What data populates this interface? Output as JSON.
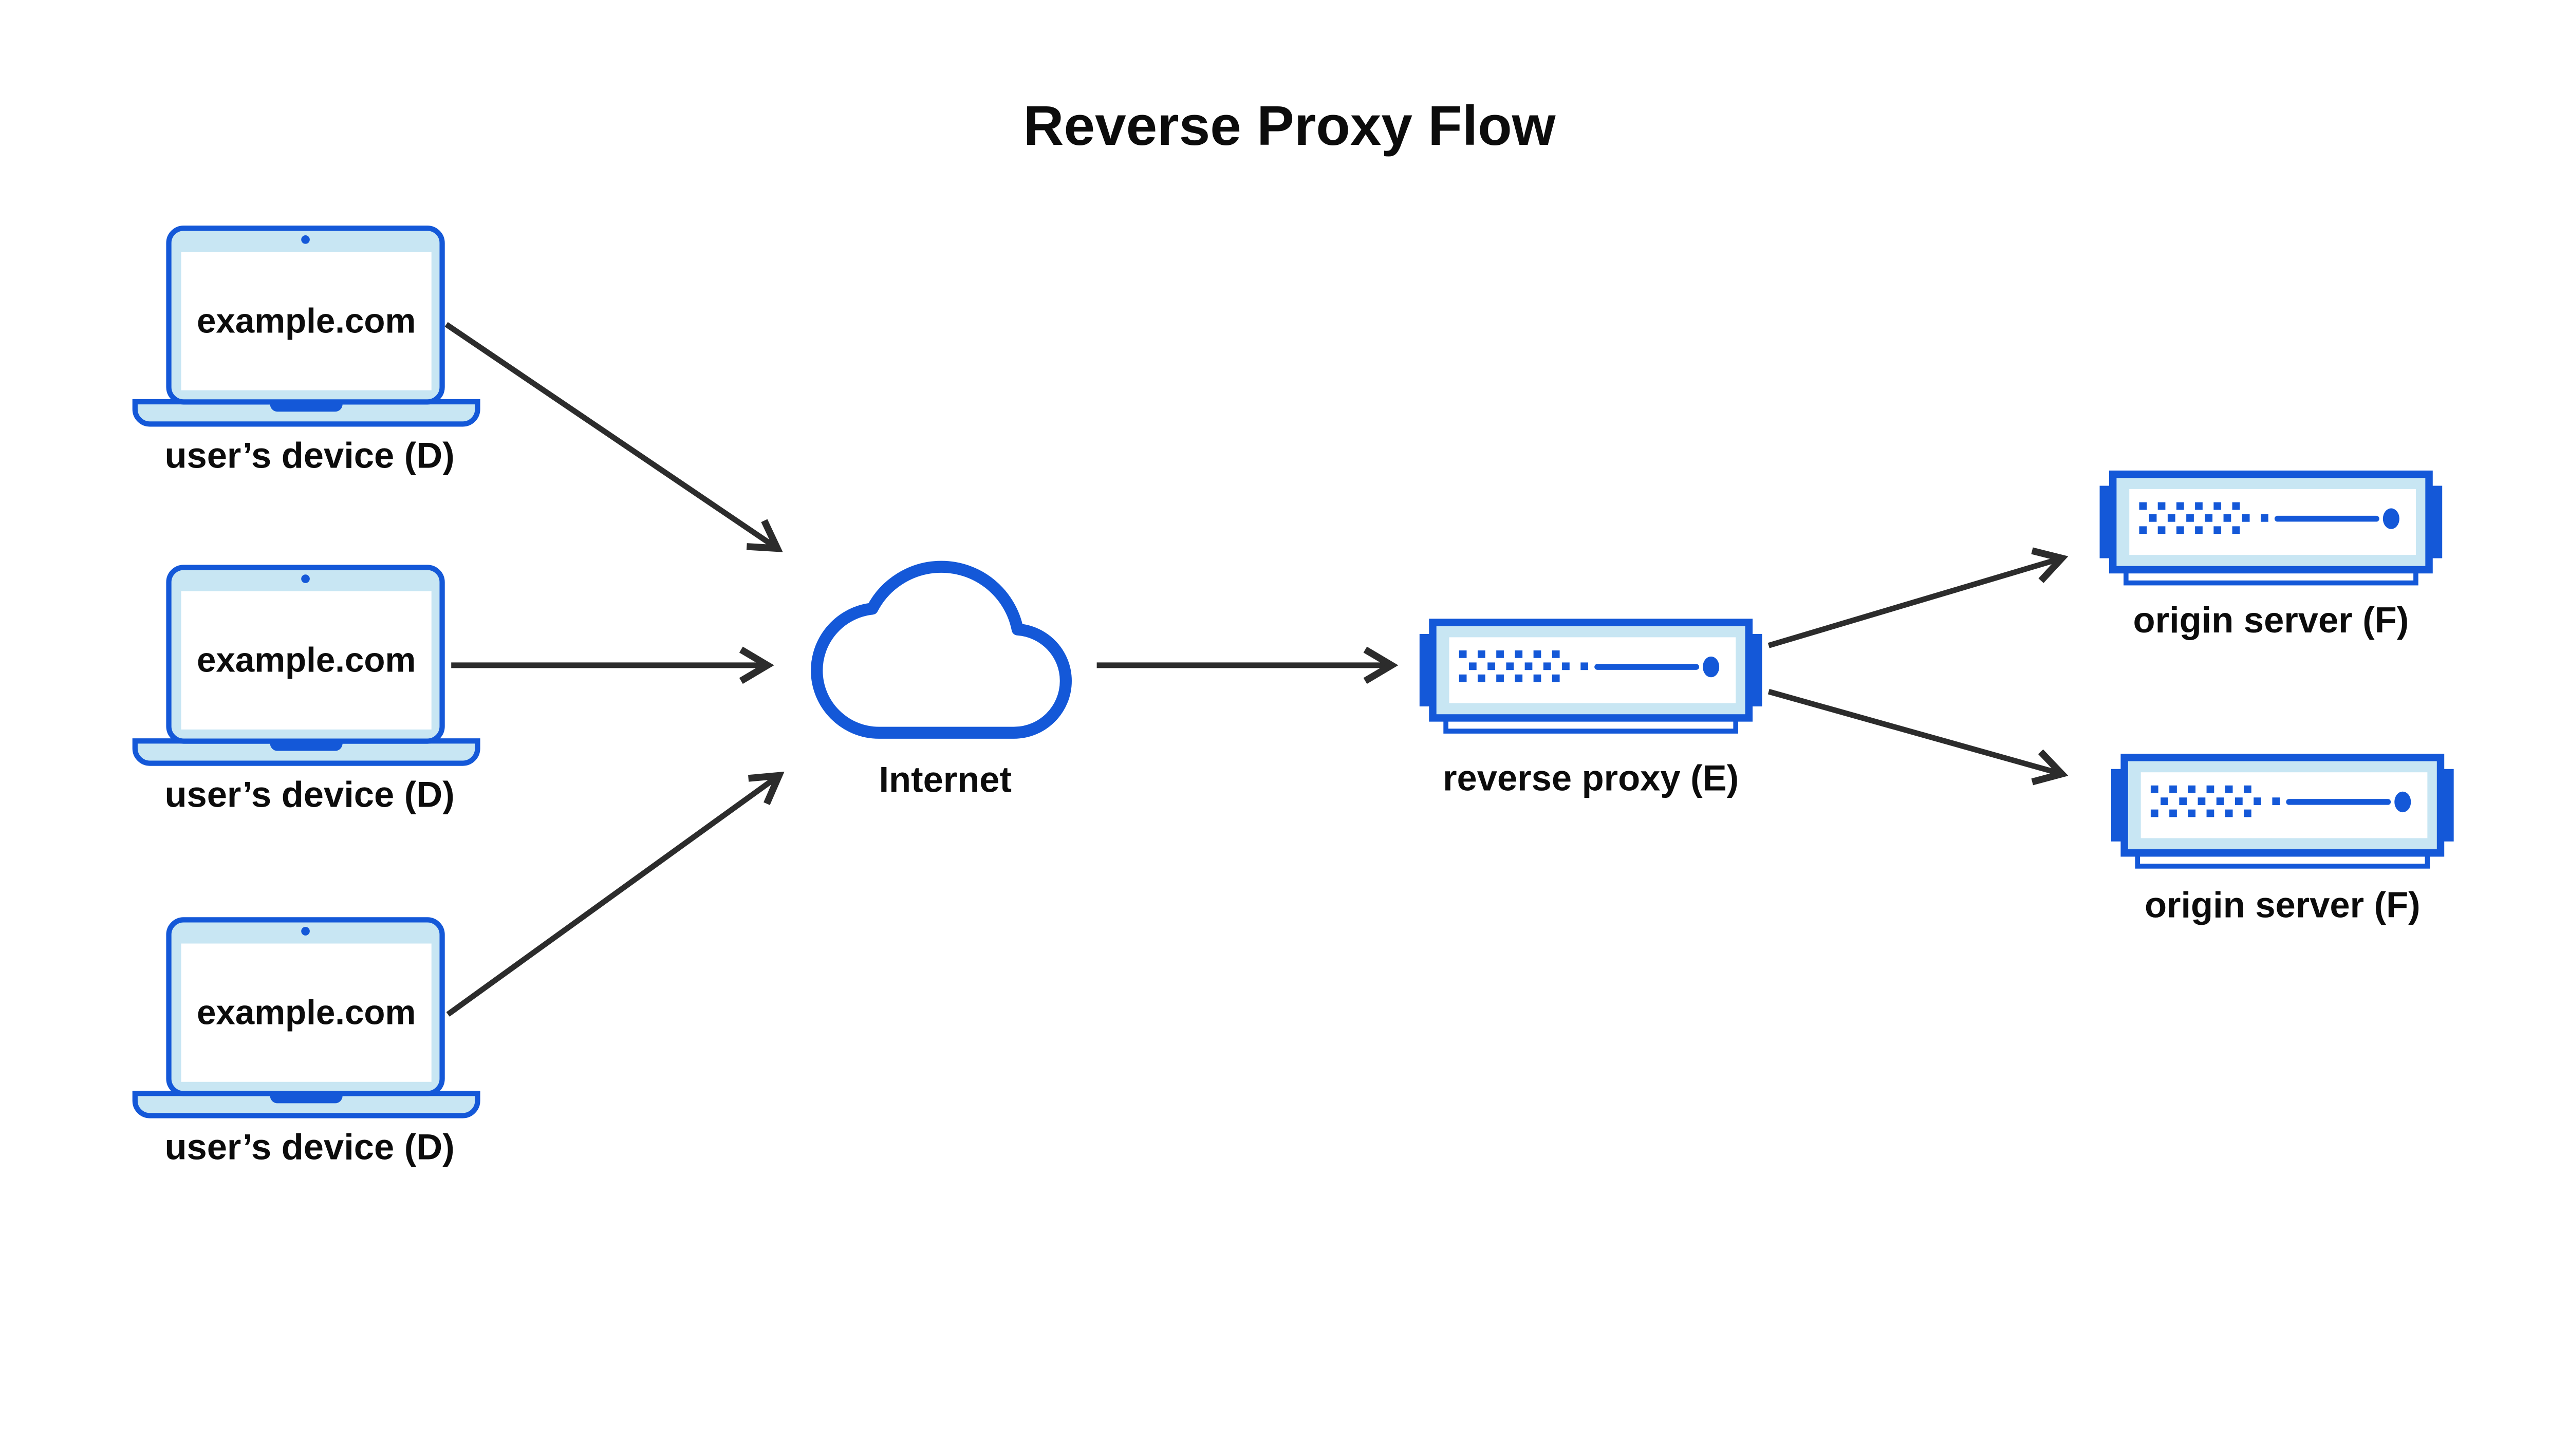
{
  "title": "Reverse Proxy Flow",
  "colors": {
    "blue": "#1458d8",
    "light_blue": "#c8e6f3",
    "arrow": "#2c2c2c",
    "text": "#0c0c0c",
    "background": "#ffffff"
  },
  "devices": [
    {
      "screen_label": "example.com",
      "caption": "user’s device (D)"
    },
    {
      "screen_label": "example.com",
      "caption": "user’s device (D)"
    },
    {
      "screen_label": "example.com",
      "caption": "user’s device (D)"
    }
  ],
  "internet": {
    "label": "Internet"
  },
  "reverse_proxy": {
    "label": "reverse proxy (E)"
  },
  "origin_servers": [
    {
      "label": "origin server (F)"
    },
    {
      "label": "origin server (F)"
    }
  ],
  "edges": [
    {
      "from": "user's device 1",
      "to": "Internet"
    },
    {
      "from": "user's device 2",
      "to": "Internet"
    },
    {
      "from": "user's device 3",
      "to": "Internet"
    },
    {
      "from": "Internet",
      "to": "reverse proxy (E)"
    },
    {
      "from": "reverse proxy (E)",
      "to": "origin server (F) top"
    },
    {
      "from": "reverse proxy (E)",
      "to": "origin server (F) bottom"
    }
  ]
}
